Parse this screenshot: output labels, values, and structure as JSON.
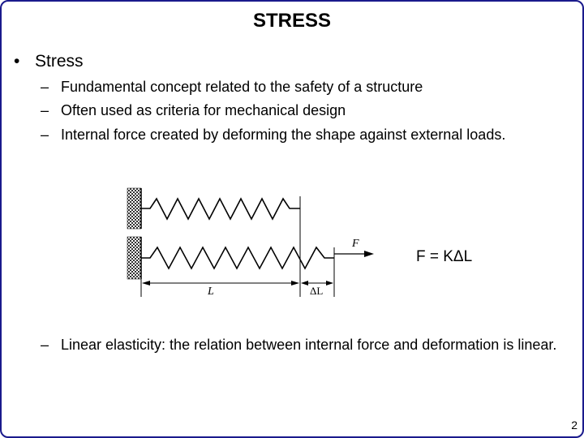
{
  "slide": {
    "title": "STRESS",
    "bullet": "Stress",
    "sub_items": [
      "Fundamental concept related to the safety of a structure",
      "Often used as criteria for mechanical design",
      "Internal force created by deforming the shape against external loads."
    ],
    "linear_item": "Linear elasticity: the relation between internal force and deformation is linear.",
    "page_number": "2"
  },
  "diagram": {
    "force_label": "F",
    "length_label": "L",
    "delta_label": "ΔL",
    "equation": "F = KΔL"
  }
}
